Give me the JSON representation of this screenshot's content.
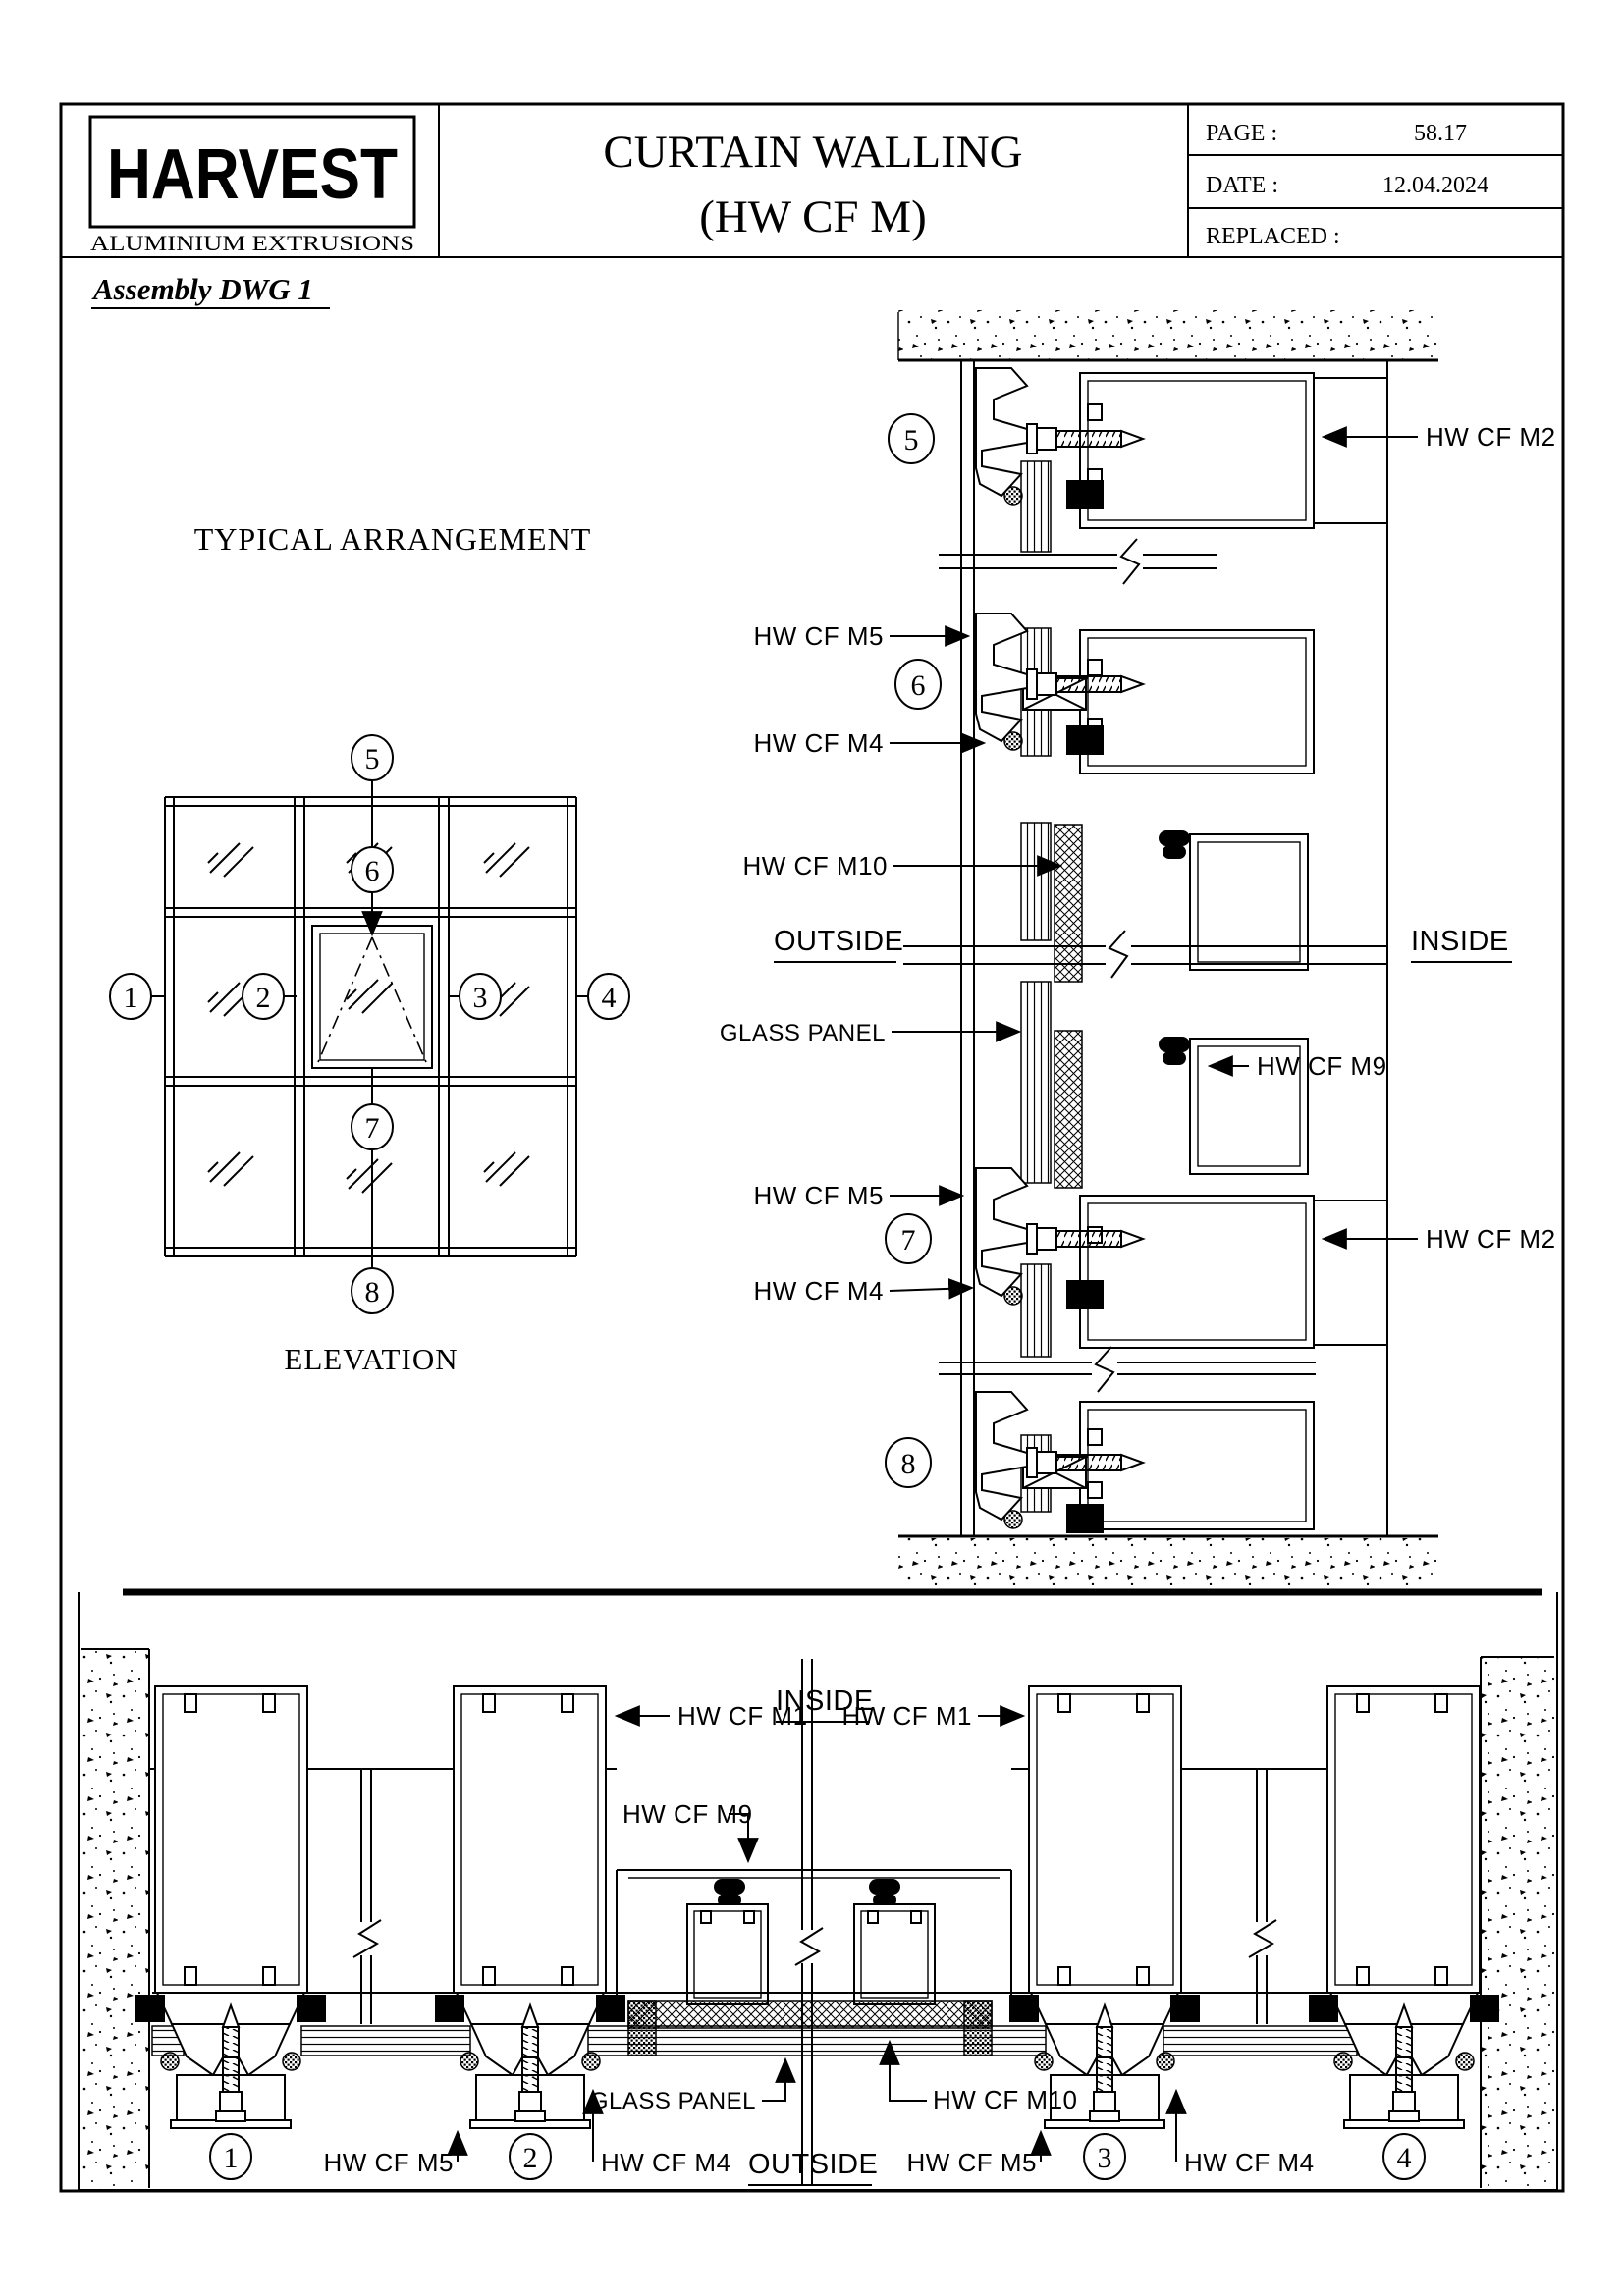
{
  "colors": {
    "ink": "#000000",
    "paper": "#ffffff"
  },
  "title_block": {
    "logo_text": "HARVEST",
    "logo_subtext": "ALUMINIUM EXTRUSIONS",
    "title_line1": "CURTAIN WALLING",
    "title_line2": "(HW CF M)",
    "page_label": "PAGE :",
    "page_value": "58.17",
    "date_label": "DATE :",
    "date_value": "12.04.2024",
    "replaced_label": "REPLACED :"
  },
  "drawing": {
    "name": "Assembly DWG 1",
    "arrangement_title": "TYPICAL ARRANGEMENT",
    "elevation_caption": "ELEVATION",
    "inside_label": "INSIDE",
    "outside_label": "OUTSIDE",
    "glass_panel_label": "GLASS PANEL",
    "callouts": [
      "1",
      "2",
      "3",
      "4",
      "5",
      "6",
      "7",
      "8"
    ],
    "profiles": {
      "m1": "HW CF M1",
      "m2": "HW CF M2",
      "m4": "HW CF M4",
      "m5": "HW CF M5",
      "m9": "HW CF M9",
      "m10": "HW CF M10"
    }
  }
}
